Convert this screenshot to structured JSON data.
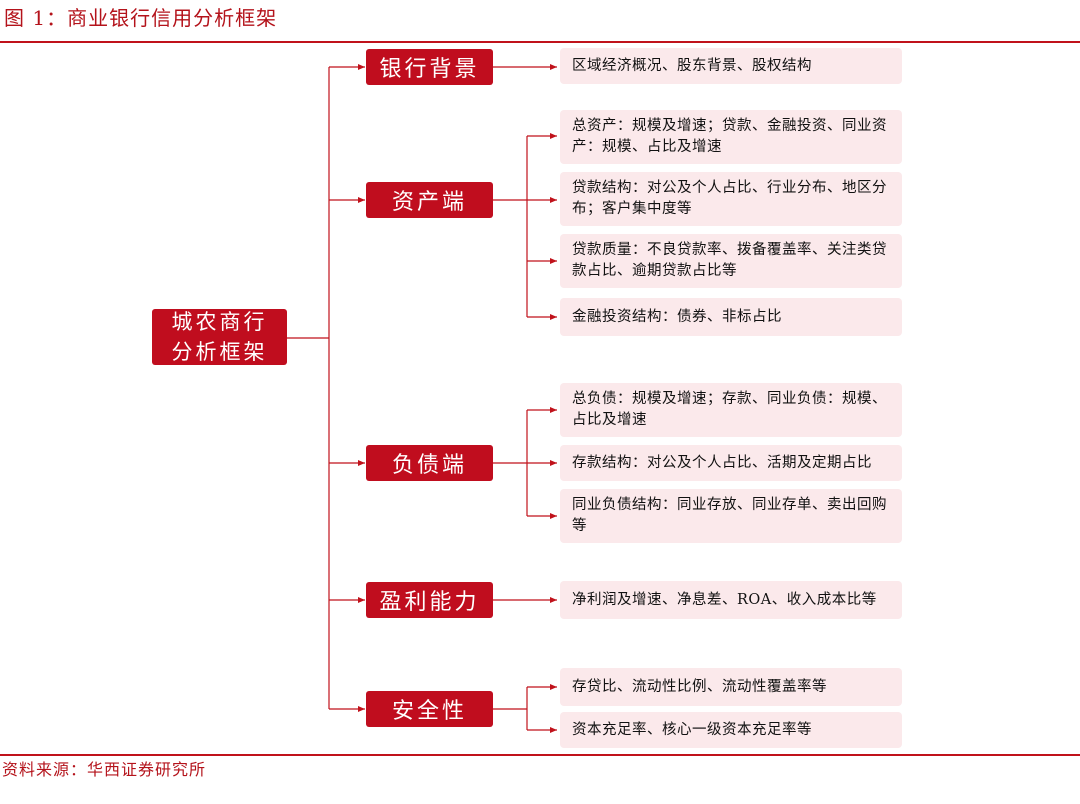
{
  "figure_title": "图 1：商业银行信用分析框架",
  "source": "资料来源：华西证券研究所",
  "colors": {
    "accent": "#c00d1e",
    "leaf_bg": "#fbe9eb",
    "line": "#c0121b"
  },
  "root": {
    "line1": "城农商行",
    "line2": "分析框架"
  },
  "branches": [
    {
      "label": "银行背景",
      "items": [
        "区域经济概况、股东背景、股权结构"
      ]
    },
    {
      "label": "资产端",
      "items": [
        "总资产：规模及增速；贷款、金融投资、同业资产：规模、占比及增速",
        "贷款结构：对公及个人占比、行业分布、地区分布；客户集中度等",
        "贷款质量：不良贷款率、拨备覆盖率、关注类贷款占比、逾期贷款占比等",
        "金融投资结构：债券、非标占比"
      ]
    },
    {
      "label": "负债端",
      "items": [
        "总负债：规模及增速；存款、同业负债：规模、占比及增速",
        "存款结构：对公及个人占比、活期及定期占比",
        "同业负债结构：同业存放、同业存单、卖出回购等"
      ]
    },
    {
      "label": "盈利能力",
      "items": [
        "净利润及增速、净息差、ROA、收入成本比等"
      ]
    },
    {
      "label": "安全性",
      "items": [
        "存贷比、流动性比例、流动性覆盖率等",
        "资本充足率、核心一级资本充足率等"
      ]
    }
  ]
}
